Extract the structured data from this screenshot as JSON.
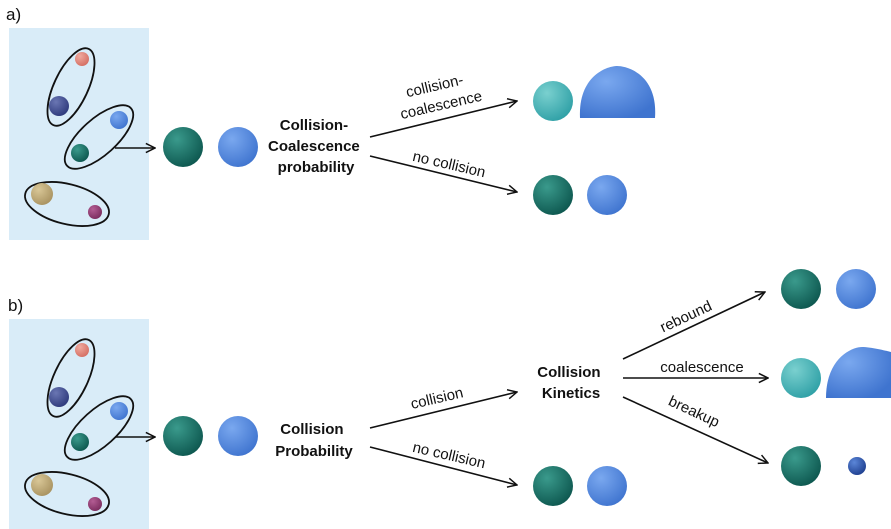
{
  "panels": {
    "a": {
      "label": "a)",
      "box_label_lines": [
        "Collision-",
        "Coalescence",
        "probability"
      ],
      "branch_top_lines": [
        "collision-",
        "coalescence"
      ],
      "branch_bottom": "no collision"
    },
    "b": {
      "label": "b)",
      "box_label_lines": [
        "Collision",
        "Probability"
      ],
      "branch_top": "collision",
      "branch_bottom": "no collision",
      "kinetics_lines": [
        "Collision",
        "Kinetics"
      ],
      "outcome_1": "rebound",
      "outcome_2": "coalescence",
      "outcome_3": "breakup"
    }
  },
  "colors": {
    "box_fill": "#d9ecf8",
    "droplet_teal_dark": "#17695f",
    "droplet_blue": "#4f86dd",
    "droplet_teal_light": "#45b3b6",
    "droplet_salmon": "#e08579",
    "droplet_navy": "#3d4a8c",
    "droplet_khaki": "#bda874",
    "droplet_plum": "#8d3a6f"
  }
}
